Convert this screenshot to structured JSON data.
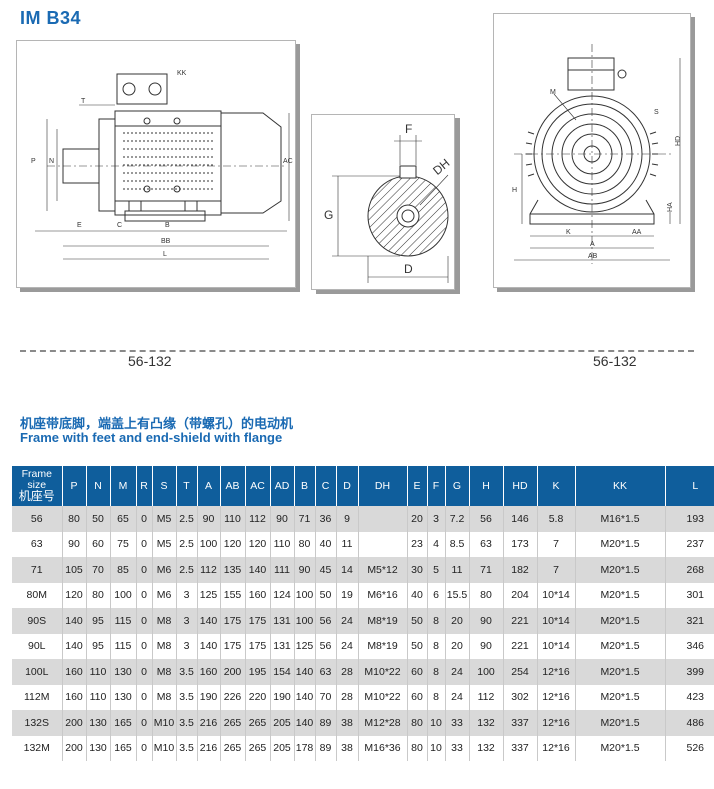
{
  "title": "IM B34",
  "drawings": {
    "motor_side": {
      "labels": {
        "kk": "KK",
        "l": "L",
        "p": "P",
        "n": "N",
        "ac": "AC",
        "e": "E",
        "c": "C",
        "b": "B",
        "bb": "BB",
        "l_bottom": "L",
        "t": "T"
      }
    },
    "shaft": {
      "labels": {
        "f": "F",
        "dh": "DH",
        "g": "G",
        "d": "D"
      }
    },
    "motor_end": {
      "labels": {
        "m": "M",
        "s": "S",
        "hd": "HD",
        "h": "H",
        "ha": "HA",
        "k": "K",
        "a": "A",
        "aa": "AA",
        "ab": "AB"
      }
    }
  },
  "range_left": "56-132",
  "range_right": "56-132",
  "subtitle_cn": "机座带底脚，端盖上有凸缘（带螺孔）的电动机",
  "subtitle_en": "Frame with feet and end-shield with flange",
  "table": {
    "frame_head_line1": "Frame",
    "frame_head_line2": "size",
    "frame_head_line3": "机座号",
    "headers": [
      "P",
      "N",
      "M",
      "R",
      "S",
      "T",
      "A",
      "AB",
      "AC",
      "AD",
      "B",
      "C",
      "D",
      "DH",
      "E",
      "F",
      "G",
      "H",
      "HD",
      "K",
      "KK",
      "L"
    ],
    "rows": [
      [
        "56",
        "80",
        "50",
        "65",
        "0",
        "M5",
        "2.5",
        "90",
        "110",
        "112",
        "90",
        "71",
        "36",
        "9",
        "",
        "20",
        "3",
        "7.2",
        "56",
        "146",
        "5.8",
        "M16*1.5",
        "193"
      ],
      [
        "63",
        "90",
        "60",
        "75",
        "0",
        "M5",
        "2.5",
        "100",
        "120",
        "120",
        "110",
        "80",
        "40",
        "11",
        "",
        "23",
        "4",
        "8.5",
        "63",
        "173",
        "7",
        "M20*1.5",
        "237"
      ],
      [
        "71",
        "105",
        "70",
        "85",
        "0",
        "M6",
        "2.5",
        "112",
        "135",
        "140",
        "111",
        "90",
        "45",
        "14",
        "M5*12",
        "30",
        "5",
        "11",
        "71",
        "182",
        "7",
        "M20*1.5",
        "268"
      ],
      [
        "80M",
        "120",
        "80",
        "100",
        "0",
        "M6",
        "3",
        "125",
        "155",
        "160",
        "124",
        "100",
        "50",
        "19",
        "M6*16",
        "40",
        "6",
        "15.5",
        "80",
        "204",
        "10*14",
        "M20*1.5",
        "301"
      ],
      [
        "90S",
        "140",
        "95",
        "115",
        "0",
        "M8",
        "3",
        "140",
        "175",
        "175",
        "131",
        "100",
        "56",
        "24",
        "M8*19",
        "50",
        "8",
        "20",
        "90",
        "221",
        "10*14",
        "M20*1.5",
        "321"
      ],
      [
        "90L",
        "140",
        "95",
        "115",
        "0",
        "M8",
        "3",
        "140",
        "175",
        "175",
        "131",
        "125",
        "56",
        "24",
        "M8*19",
        "50",
        "8",
        "20",
        "90",
        "221",
        "10*14",
        "M20*1.5",
        "346"
      ],
      [
        "100L",
        "160",
        "110",
        "130",
        "0",
        "M8",
        "3.5",
        "160",
        "200",
        "195",
        "154",
        "140",
        "63",
        "28",
        "M10*22",
        "60",
        "8",
        "24",
        "100",
        "254",
        "12*16",
        "M20*1.5",
        "399"
      ],
      [
        "112M",
        "160",
        "110",
        "130",
        "0",
        "M8",
        "3.5",
        "190",
        "226",
        "220",
        "190",
        "140",
        "70",
        "28",
        "M10*22",
        "60",
        "8",
        "24",
        "112",
        "302",
        "12*16",
        "M20*1.5",
        "423"
      ],
      [
        "132S",
        "200",
        "130",
        "165",
        "0",
        "M10",
        "3.5",
        "216",
        "265",
        "265",
        "205",
        "140",
        "89",
        "38",
        "M12*28",
        "80",
        "10",
        "33",
        "132",
        "337",
        "12*16",
        "M20*1.5",
        "486"
      ],
      [
        "132M",
        "200",
        "130",
        "165",
        "0",
        "M10",
        "3.5",
        "216",
        "265",
        "265",
        "205",
        "178",
        "89",
        "38",
        "M16*36",
        "80",
        "10",
        "33",
        "132",
        "337",
        "12*16",
        "M20*1.5",
        "526"
      ]
    ]
  }
}
